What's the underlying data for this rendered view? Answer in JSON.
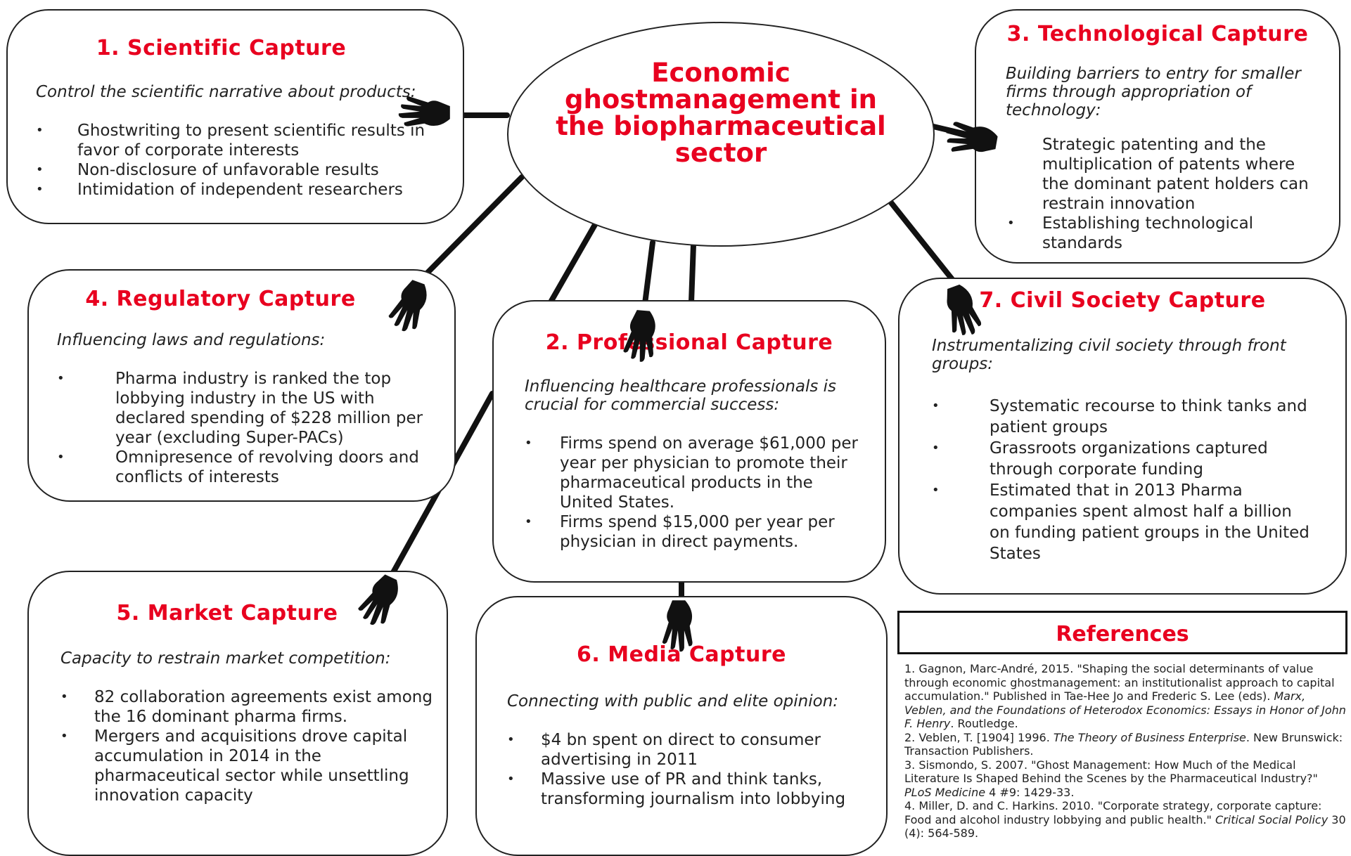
{
  "hub": {
    "title": "Economic ghostmanagement in the biopharmaceutical sector"
  },
  "boxes": [
    {
      "title": "1.   Scientific Capture",
      "subtitle": "Control the scientific narrative about products:",
      "bullets": [
        "Ghostwriting to present scientific results in favor of corporate interests",
        "Non-disclosure of unfavorable results",
        "Intimidation of independent researchers"
      ]
    },
    {
      "title": "2. Professional Capture",
      "subtitle": "Influencing healthcare professionals is crucial for commercial success:",
      "bullets": [
        "Firms spend on average $61,000 per year per physician to promote their pharmaceutical products in the United States.",
        "Firms spend $15,000 per year per physician in direct payments."
      ]
    },
    {
      "title": "3. Technological Capture",
      "subtitle": "Building barriers to entry for smaller firms through appropriation of technology:",
      "bullets": [
        "Strategic patenting and the multiplication of patents where the dominant patent holders can restrain innovation",
        "Establishing technological standards"
      ]
    },
    {
      "title": "4. Regulatory Capture",
      "subtitle": "Influencing laws and regulations:",
      "bullets": [
        "Pharma industry is ranked the top lobbying industry in the US with declared spending of $228 million per year (excluding Super-PACs)",
        "Omnipresence of revolving doors and conflicts of interests"
      ]
    },
    {
      "title": "5. Market Capture",
      "subtitle": "Capacity to restrain market competition:",
      "bullets": [
        "82 collaboration agreements exist among the 16 dominant pharma firms.",
        "Mergers and acquisitions drove capital accumulation in 2014 in the pharmaceutical sector while unsettling innovation capacity"
      ]
    },
    {
      "title": "6. Media Capture",
      "subtitle": "Connecting with public and elite opinion:",
      "bullets": [
        "$4 bn spent on direct to consumer advertising in 2011",
        "Massive use of PR and think tanks, transforming journalism into lobbying"
      ]
    },
    {
      "title": "7. Civil Society Capture",
      "subtitle": "Instrumentalizing civil society through front groups:",
      "bullets": [
        "Systematic recourse to think tanks and patient groups",
        "Grassroots organizations captured through corporate funding",
        "Estimated that in 2013 Pharma companies spent almost half a billion on funding patient groups in the United States"
      ]
    }
  ],
  "references": {
    "title": "References",
    "items": [
      {
        "before": "1. Gagnon, Marc-André, 2015. \"Shaping the social determinants of value through economic ghostmanagement: an institutionalist approach to capital accumulation.\" Published in Tae-Hee Jo and Frederic S. Lee (eds). ",
        "italic": "Marx, Veblen, and the Foundations of Heterodox Economics: Essays in Honor of John F. Henry",
        "after": ". Routledge."
      },
      {
        "before": "2. Veblen, T. [1904] 1996. ",
        "italic": "The Theory of Business Enterprise",
        "after": ". New Brunswick: Transaction Publishers."
      },
      {
        "before": "3. Sismondo, S. 2007. \"Ghost Management: How Much of the Medical Literature Is Shaped Behind the Scenes by the Pharmaceutical Industry?\" ",
        "italic": "PLoS Medicine",
        "after": " 4 #9: 1429-33."
      },
      {
        "before": "4. Miller, D. and C. Harkins. 2010. \"Corporate strategy, corporate capture: Food and alcohol industry lobbying and public health.\" ",
        "italic": "Critical Social Policy",
        "after": " 30 (4): 564-589."
      }
    ]
  }
}
